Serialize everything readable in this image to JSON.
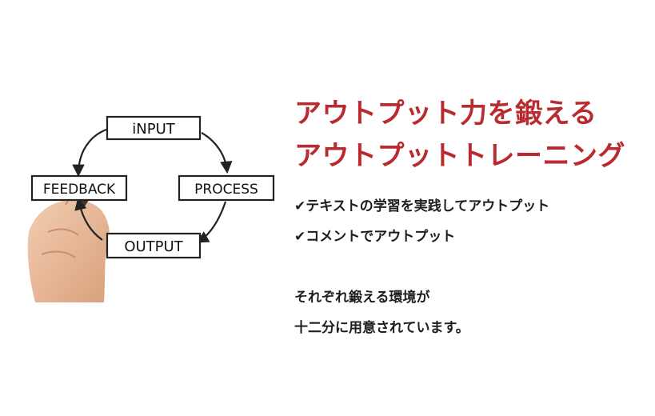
{
  "diagram": {
    "nodes": {
      "input": "iNPUT",
      "process": "PROCESS",
      "output": "OUTPUT",
      "feedback": "FEEDBACK"
    }
  },
  "headline": {
    "line1": "アウトプット力を鍛える",
    "line2": "アウトプットトレーニング",
    "color": "#b92b2f"
  },
  "body": {
    "bullet1": "✔テキストの学習を実践してアウトプット",
    "bullet2": "✔コメントでアウトプット",
    "para_line1": "それぞれ鍛える環境が",
    "para_line2": "十二分に用意されています。"
  }
}
